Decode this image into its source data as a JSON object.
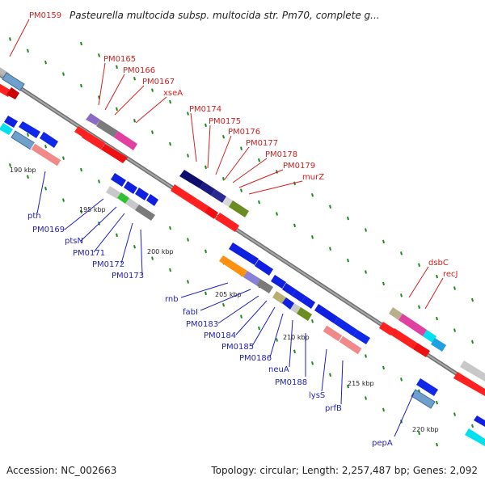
{
  "title": "Pasteurella multocida subsp. multocida str. Pm70, complete g...",
  "footer": {
    "accession": "Accession: NC_002663",
    "info": "Topology: circular; Length: 2,257,487 bp; Genes: 2,092"
  },
  "colors": {
    "backbone": "#8c8c8c",
    "tick": "#1a8a1a",
    "label_top": "#d42020",
    "label_bottom": "#1f1fbf"
  },
  "scale_labels": [
    "190 kbp",
    "195 kbp",
    "200 kbp",
    "205 kbp",
    "210 kbp",
    "215 kbp",
    "220 kbp"
  ],
  "top_labels": [
    "PM0159",
    "PM0165",
    "PM0166",
    "PM0167",
    "xseA",
    "PM0174",
    "PM0175",
    "PM0176",
    "PM0177",
    "PM0178",
    "PM0179",
    "murZ",
    "dsbC",
    "recJ"
  ],
  "bottom_labels": [
    "pth",
    "PM0169",
    "ptsN",
    "PM0171",
    "PM0172",
    "PM0173",
    "rnb",
    "fabI",
    "PM0183",
    "PM0184",
    "PM0185",
    "PM0186",
    "neuA",
    "PM0188",
    "lysS",
    "prfB",
    "pepA"
  ]
}
